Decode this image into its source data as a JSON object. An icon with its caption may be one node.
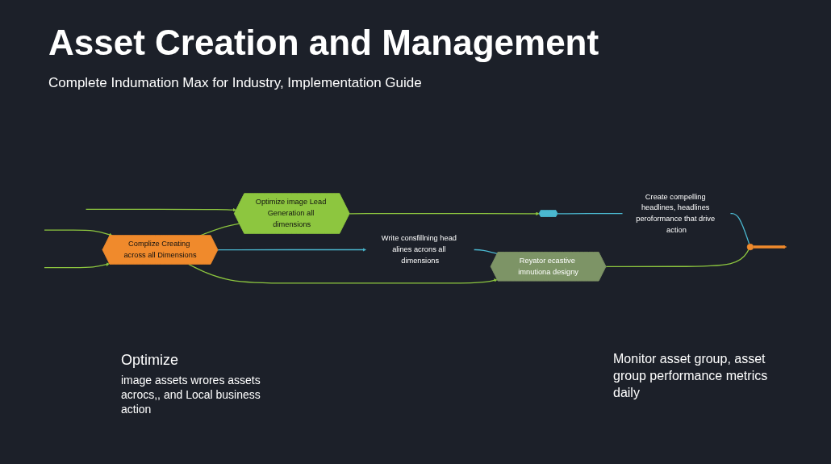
{
  "diagram": {
    "title": "Asset Creation and Management",
    "nodes": [
      {
        "text": [
          "Optimize image Lead Generation all dimensions"
        ]
      },
      {
        "text": [
          "Complize Creating across all Dimensions"
        ]
      },
      {
        "text": [
          "Write consfillning head alines acrons all dimensions"
        ]
      },
      {
        "text": [
          "Reyator ecastive imnutiona designy"
        ]
      },
      {
        "text": [],
        "shape": "hexagon"
      },
      {
        "text": [
          "Create compelling headlines, headlines peroformance that drive action"
        ]
      },
      {
        "text": [],
        "shape": "circle"
      }
    ],
    "edges": [
      {
        "from": 1,
        "to": 0,
        "arrow": "none"
      },
      {
        "from": null,
        "to": 0,
        "arrow": "to"
      },
      {
        "from": 0,
        "to": 4,
        "arrow": "to"
      },
      {
        "from": 4,
        "to": 5,
        "arrow": "none",
        "color": "#4bb8d0"
      },
      {
        "from": 5,
        "to": 6,
        "arrow": "none",
        "color": "#4bb8d0"
      },
      {
        "from": 3,
        "to": 6,
        "arrow": "none"
      },
      {
        "from": 6,
        "to": null,
        "arrow": "to",
        "style": "thick",
        "color": "#f08a2c"
      },
      {
        "from": null,
        "to": 1,
        "arrow": "to"
      },
      {
        "from": 1,
        "to": 2,
        "arrow": "to",
        "color": "#4bb8d0"
      },
      {
        "from": null,
        "to": 1,
        "arrow": "to"
      },
      {
        "from": 1,
        "to": 3,
        "arrow": "to"
      },
      {
        "from": 2,
        "to": 3,
        "arrow": "none",
        "color": "#4bb8d0"
      }
    ],
    "labels": [
      "Complete Indumation Max for Industry, Implementation Guide",
      "Optimize",
      "image assets wrores assets acrocs,, and Local business action",
      "Monitor asset group, asset group performance metrics daily"
    ]
  }
}
